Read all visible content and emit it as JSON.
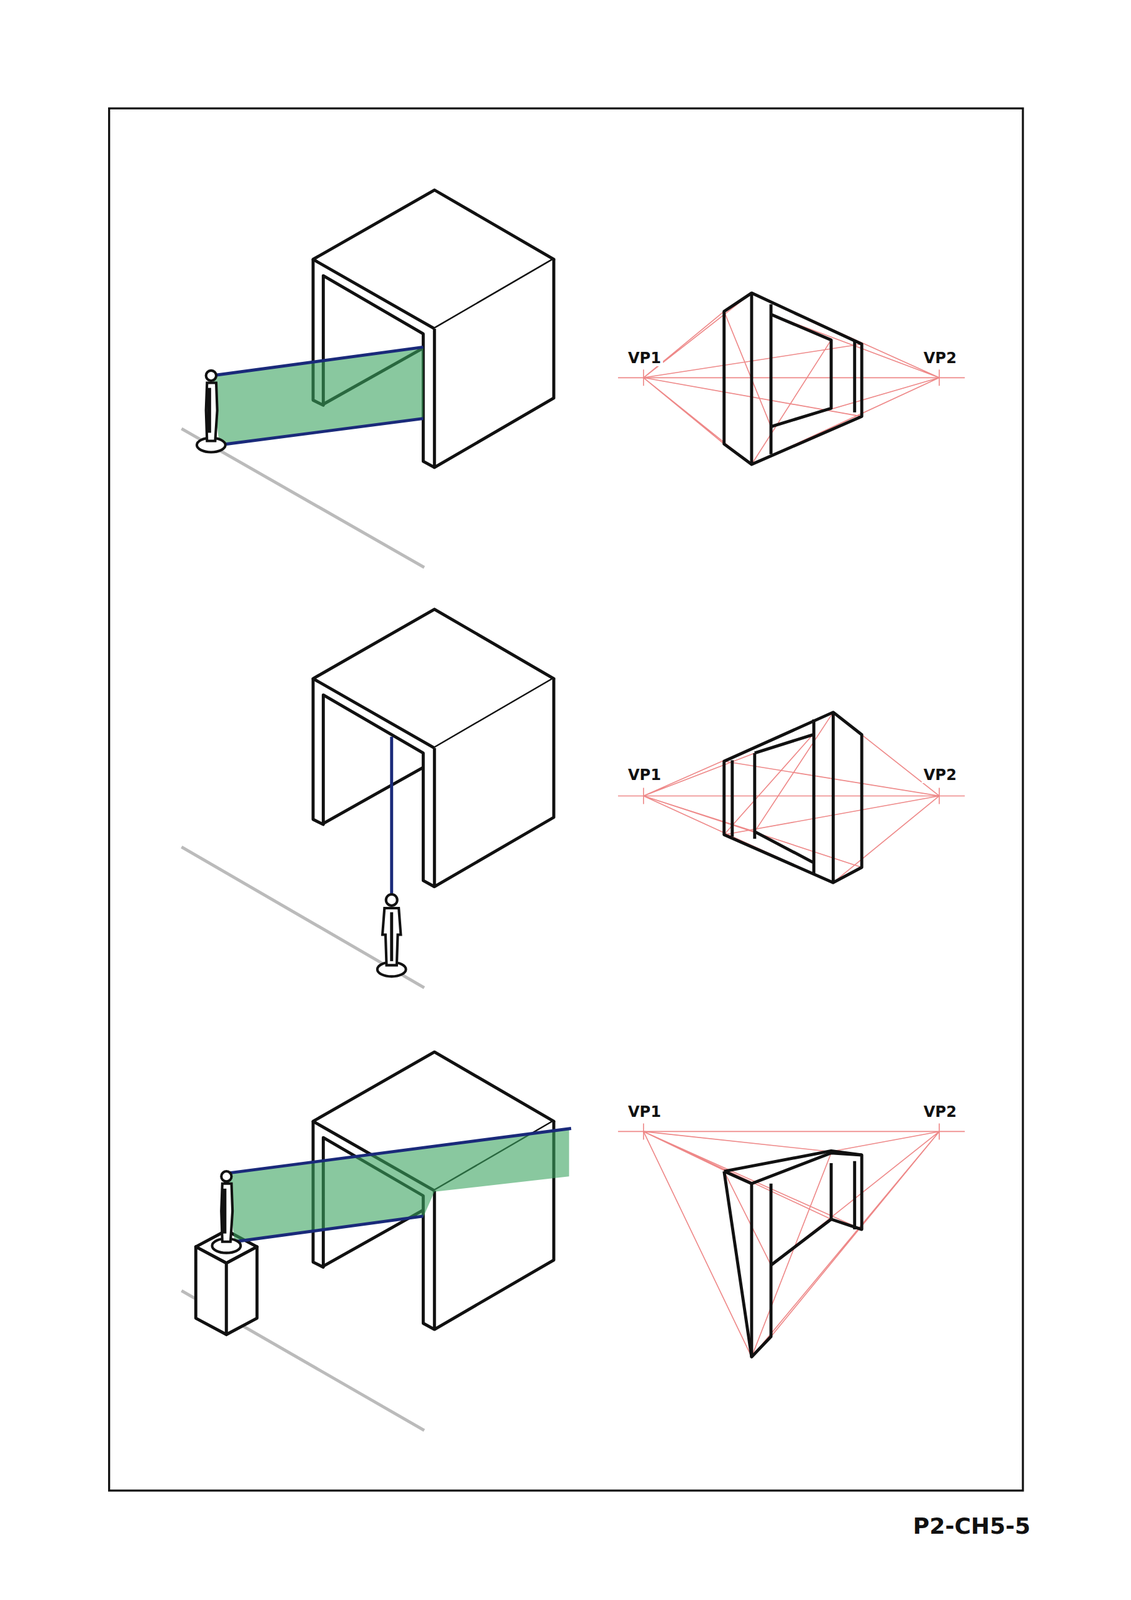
{
  "diagram": {
    "labels": [
      "VP1",
      "VP2",
      "VP1",
      "VP2",
      "VP1",
      "VP2",
      "P2-CH5-5"
    ]
  }
}
